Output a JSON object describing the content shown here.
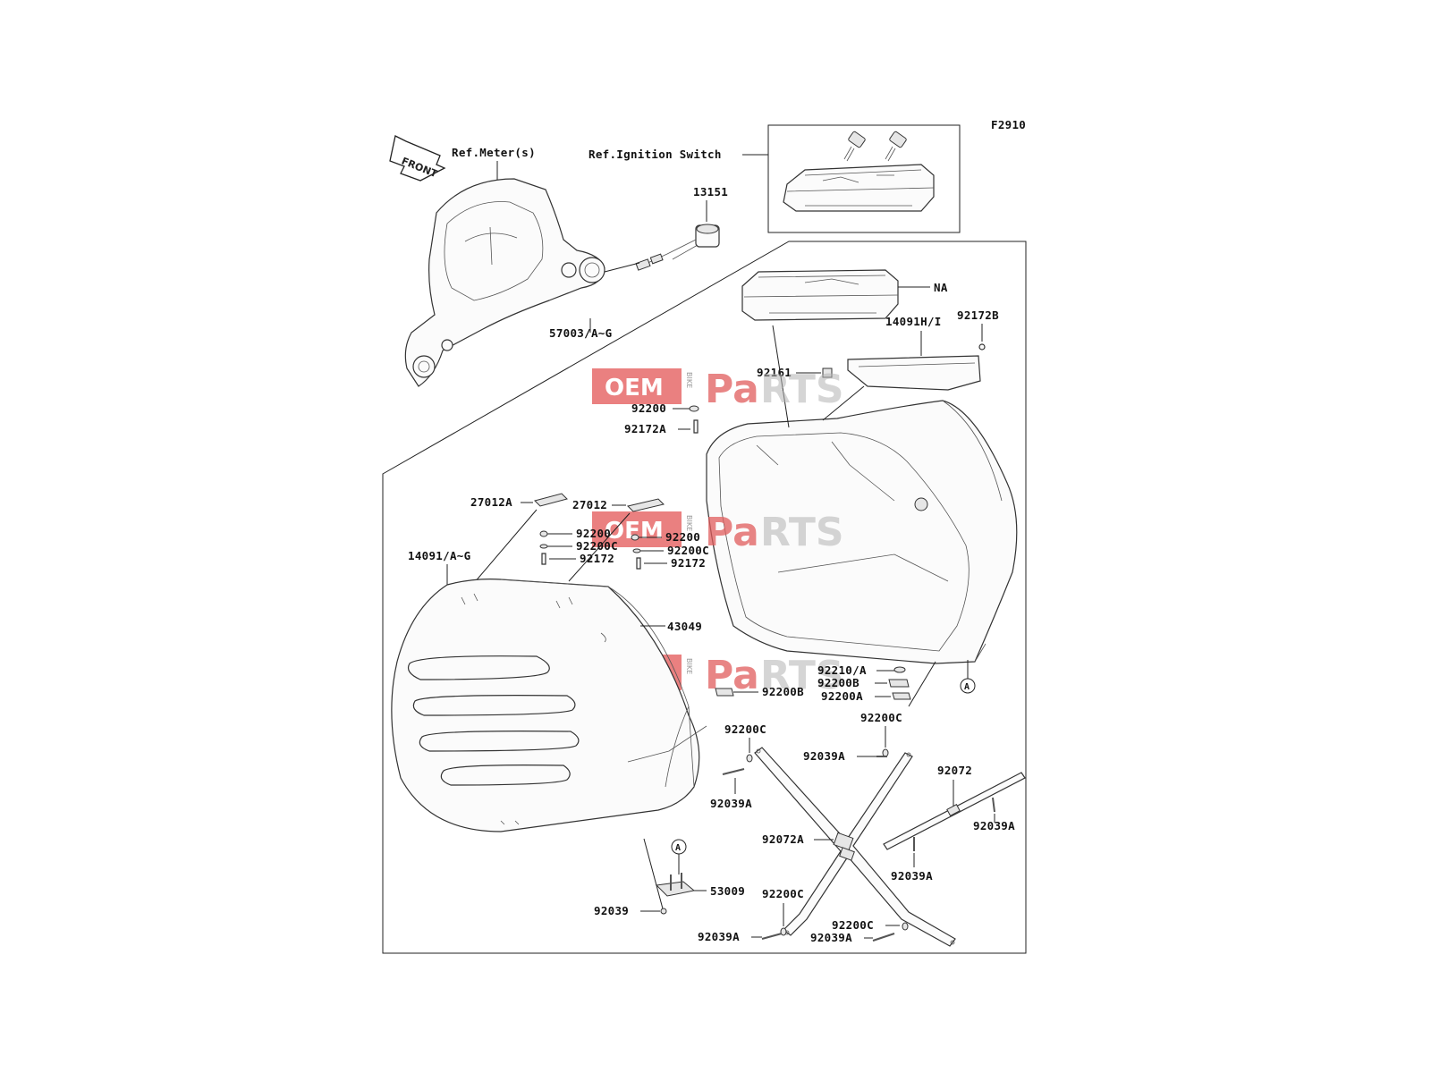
{
  "figure_code": "F2910",
  "front_label": "FRONT",
  "refs": {
    "meter": "Ref.Meter(s)",
    "ignition": "Ref.Ignition Switch"
  },
  "parts": {
    "p13151": "13151",
    "p57003": "57003/A~G",
    "pNA": "NA",
    "p14091HI": "14091H/I",
    "p92172B": "92172B",
    "p92161": "92161",
    "p92200_top": "92200",
    "p92172A": "92172A",
    "p27012A": "27012A",
    "p27012": "27012",
    "p92200_l": "92200",
    "p92200C_l": "92200C",
    "p92172_l": "92172",
    "p92200_r": "92200",
    "p92200C_r": "92200C",
    "p92172_r": "92172",
    "p14091AG": "14091/A~G",
    "p43049": "43049",
    "p92200B_mid": "92200B",
    "p92210A": "92210/A",
    "p92200B_r": "92200B",
    "p92200A": "92200A",
    "p92200C_a": "92200C",
    "p92200C_b": "92200C",
    "p92039A_a": "92039A",
    "p92039A_b": "92039A",
    "p92072": "92072",
    "p92039A_c": "92039A",
    "p92072A": "92072A",
    "p92039A_d": "92039A",
    "p53009": "53009",
    "p92039": "92039",
    "p92200C_c": "92200C",
    "p92039A_e": "92039A",
    "p92200C_d": "92200C",
    "p92039A_f": "92039A"
  },
  "callout_a": "A",
  "watermark": {
    "oem": "OEM",
    "bike": "BIKE",
    "pa": "Pa",
    "rts": "RTS"
  }
}
